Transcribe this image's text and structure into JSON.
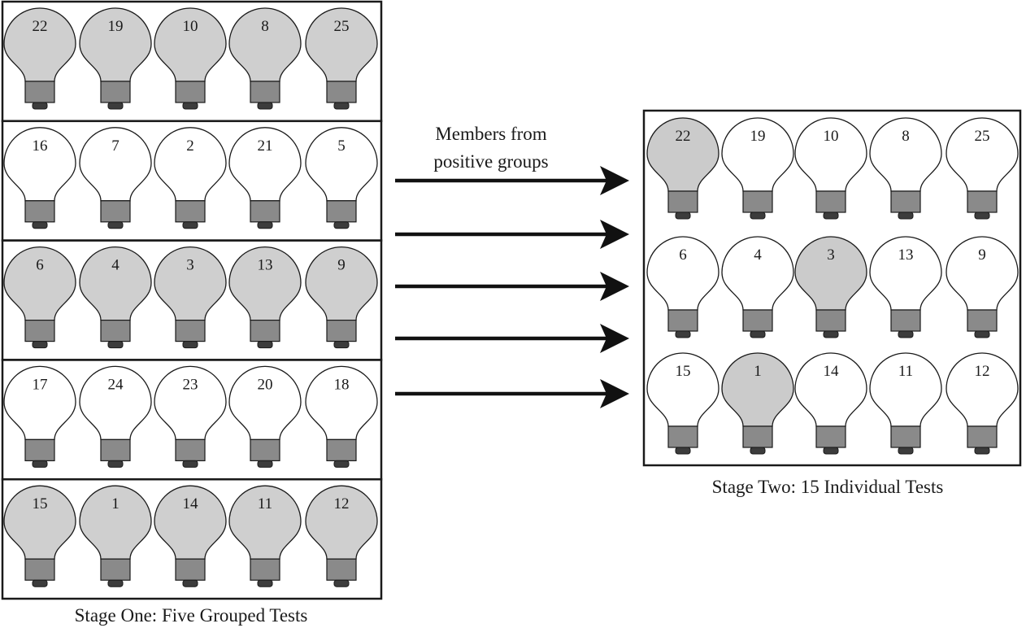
{
  "colors": {
    "positive_group": "#cfcfcf",
    "positive_individual": "#cbcbcb",
    "negative": "#ffffff",
    "base": "#8a8a8a",
    "cap": "#3c3c3c",
    "outline": "#1a1a1a"
  },
  "stage_one": {
    "caption": "Stage One: Five Grouped Tests",
    "groups": [
      {
        "positive": true,
        "members": [
          "22",
          "19",
          "10",
          "8",
          "25"
        ]
      },
      {
        "positive": false,
        "members": [
          "16",
          "7",
          "2",
          "21",
          "5"
        ]
      },
      {
        "positive": true,
        "members": [
          "6",
          "4",
          "3",
          "13",
          "9"
        ]
      },
      {
        "positive": false,
        "members": [
          "17",
          "24",
          "23",
          "20",
          "18"
        ]
      },
      {
        "positive": true,
        "members": [
          "15",
          "1",
          "14",
          "11",
          "12"
        ]
      }
    ]
  },
  "arrows": {
    "label_line1": "Members from",
    "label_line2": "positive groups",
    "count": 5,
    "icon": "right-arrow-icon"
  },
  "stage_two": {
    "caption": "Stage Two: 15 Individual Tests",
    "rows": [
      {
        "members": [
          "22",
          "19",
          "10",
          "8",
          "25"
        ],
        "positive": [
          "22"
        ]
      },
      {
        "members": [
          "6",
          "4",
          "3",
          "13",
          "9"
        ],
        "positive": [
          "3"
        ]
      },
      {
        "members": [
          "15",
          "1",
          "14",
          "11",
          "12"
        ],
        "positive": [
          "1"
        ]
      }
    ]
  }
}
